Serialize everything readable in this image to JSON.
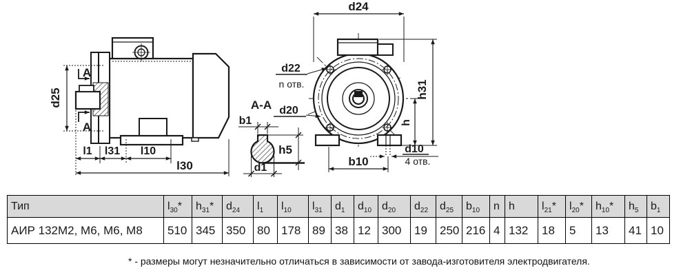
{
  "drawing": {
    "side": {
      "d25": "d25",
      "a": "A",
      "l1": "l1",
      "l31": "l31",
      "l10": "l10",
      "l30": "l30"
    },
    "section": {
      "title": "A-A",
      "b1": "b1",
      "h5": "h5",
      "d1": "d1"
    },
    "front": {
      "d24": "d24",
      "d22": "d22",
      "n_holes": "n отв.",
      "d20": "d20",
      "h31": "h31",
      "h": "h",
      "b10": "b10",
      "d10": "d10",
      "four_holes": "4 отв."
    }
  },
  "table": {
    "type_column": {
      "header": "Тип",
      "value": "АИР 132М2, М6, М6, М8"
    },
    "columns": [
      {
        "b": "l",
        "s": "30",
        "star": true,
        "v": "510"
      },
      {
        "b": "h",
        "s": "31",
        "star": true,
        "v": "345"
      },
      {
        "b": "d",
        "s": "24",
        "star": false,
        "v": "350"
      },
      {
        "b": "l",
        "s": "1",
        "star": false,
        "v": "80"
      },
      {
        "b": "l",
        "s": "10",
        "star": false,
        "v": "178"
      },
      {
        "b": "l",
        "s": "31",
        "star": false,
        "v": "89"
      },
      {
        "b": "d",
        "s": "1",
        "star": false,
        "v": "38"
      },
      {
        "b": "d",
        "s": "10",
        "star": false,
        "v": "12"
      },
      {
        "b": "d",
        "s": "20",
        "star": false,
        "v": "300"
      },
      {
        "b": "d",
        "s": "22",
        "star": false,
        "v": "19"
      },
      {
        "b": "d",
        "s": "25",
        "star": false,
        "v": "250"
      },
      {
        "b": "b",
        "s": "10",
        "star": false,
        "v": "216"
      },
      {
        "b": "n",
        "s": "",
        "star": false,
        "v": "4"
      },
      {
        "b": "h",
        "s": "",
        "star": false,
        "v": "132"
      },
      {
        "b": "l",
        "s": "21",
        "star": true,
        "v": "18"
      },
      {
        "b": "l",
        "s": "20",
        "star": true,
        "v": "5"
      },
      {
        "b": "h",
        "s": "10",
        "star": true,
        "v": "13"
      },
      {
        "b": "h",
        "s": "5",
        "star": false,
        "v": "41"
      },
      {
        "b": "b",
        "s": "1",
        "star": false,
        "v": "10"
      }
    ]
  },
  "footnote": "* - размеры могут незначительно отличаться в зависимости от завода-изготовителя электродвигателя.",
  "colors": {
    "line": "#1a1a1a",
    "table_header_bg": "#d9d9d9",
    "background": "#ffffff"
  }
}
